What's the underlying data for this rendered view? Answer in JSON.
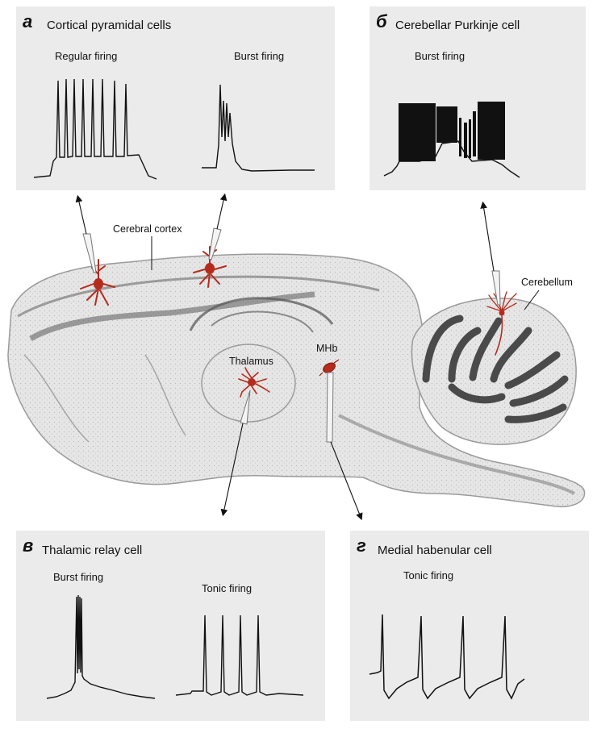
{
  "panels": {
    "a": {
      "letter": "a",
      "title": "Cortical pyramidal cells",
      "traces": [
        "Regular firing",
        "Burst firing"
      ]
    },
    "b": {
      "letter": "б",
      "title": "Cerebellar Purkinje cell",
      "traces": [
        "Burst firing"
      ]
    },
    "c": {
      "letter": "в",
      "title": "Thalamic relay cell",
      "traces": [
        "Burst firing",
        "Tonic firing"
      ]
    },
    "d": {
      "letter": "г",
      "title": "Medial habenular cell",
      "traces": [
        "Tonic firing"
      ]
    }
  },
  "brain_labels": {
    "cortex": "Cerebral cortex",
    "cerebellum": "Cerebellum",
    "thalamus": "Thalamus",
    "mhb": "MHb"
  },
  "colors": {
    "panel_bg": "#ebebeb",
    "neuron": "#b52b1c",
    "trace": "#111111",
    "brain_dark": "#4a4a4a"
  }
}
